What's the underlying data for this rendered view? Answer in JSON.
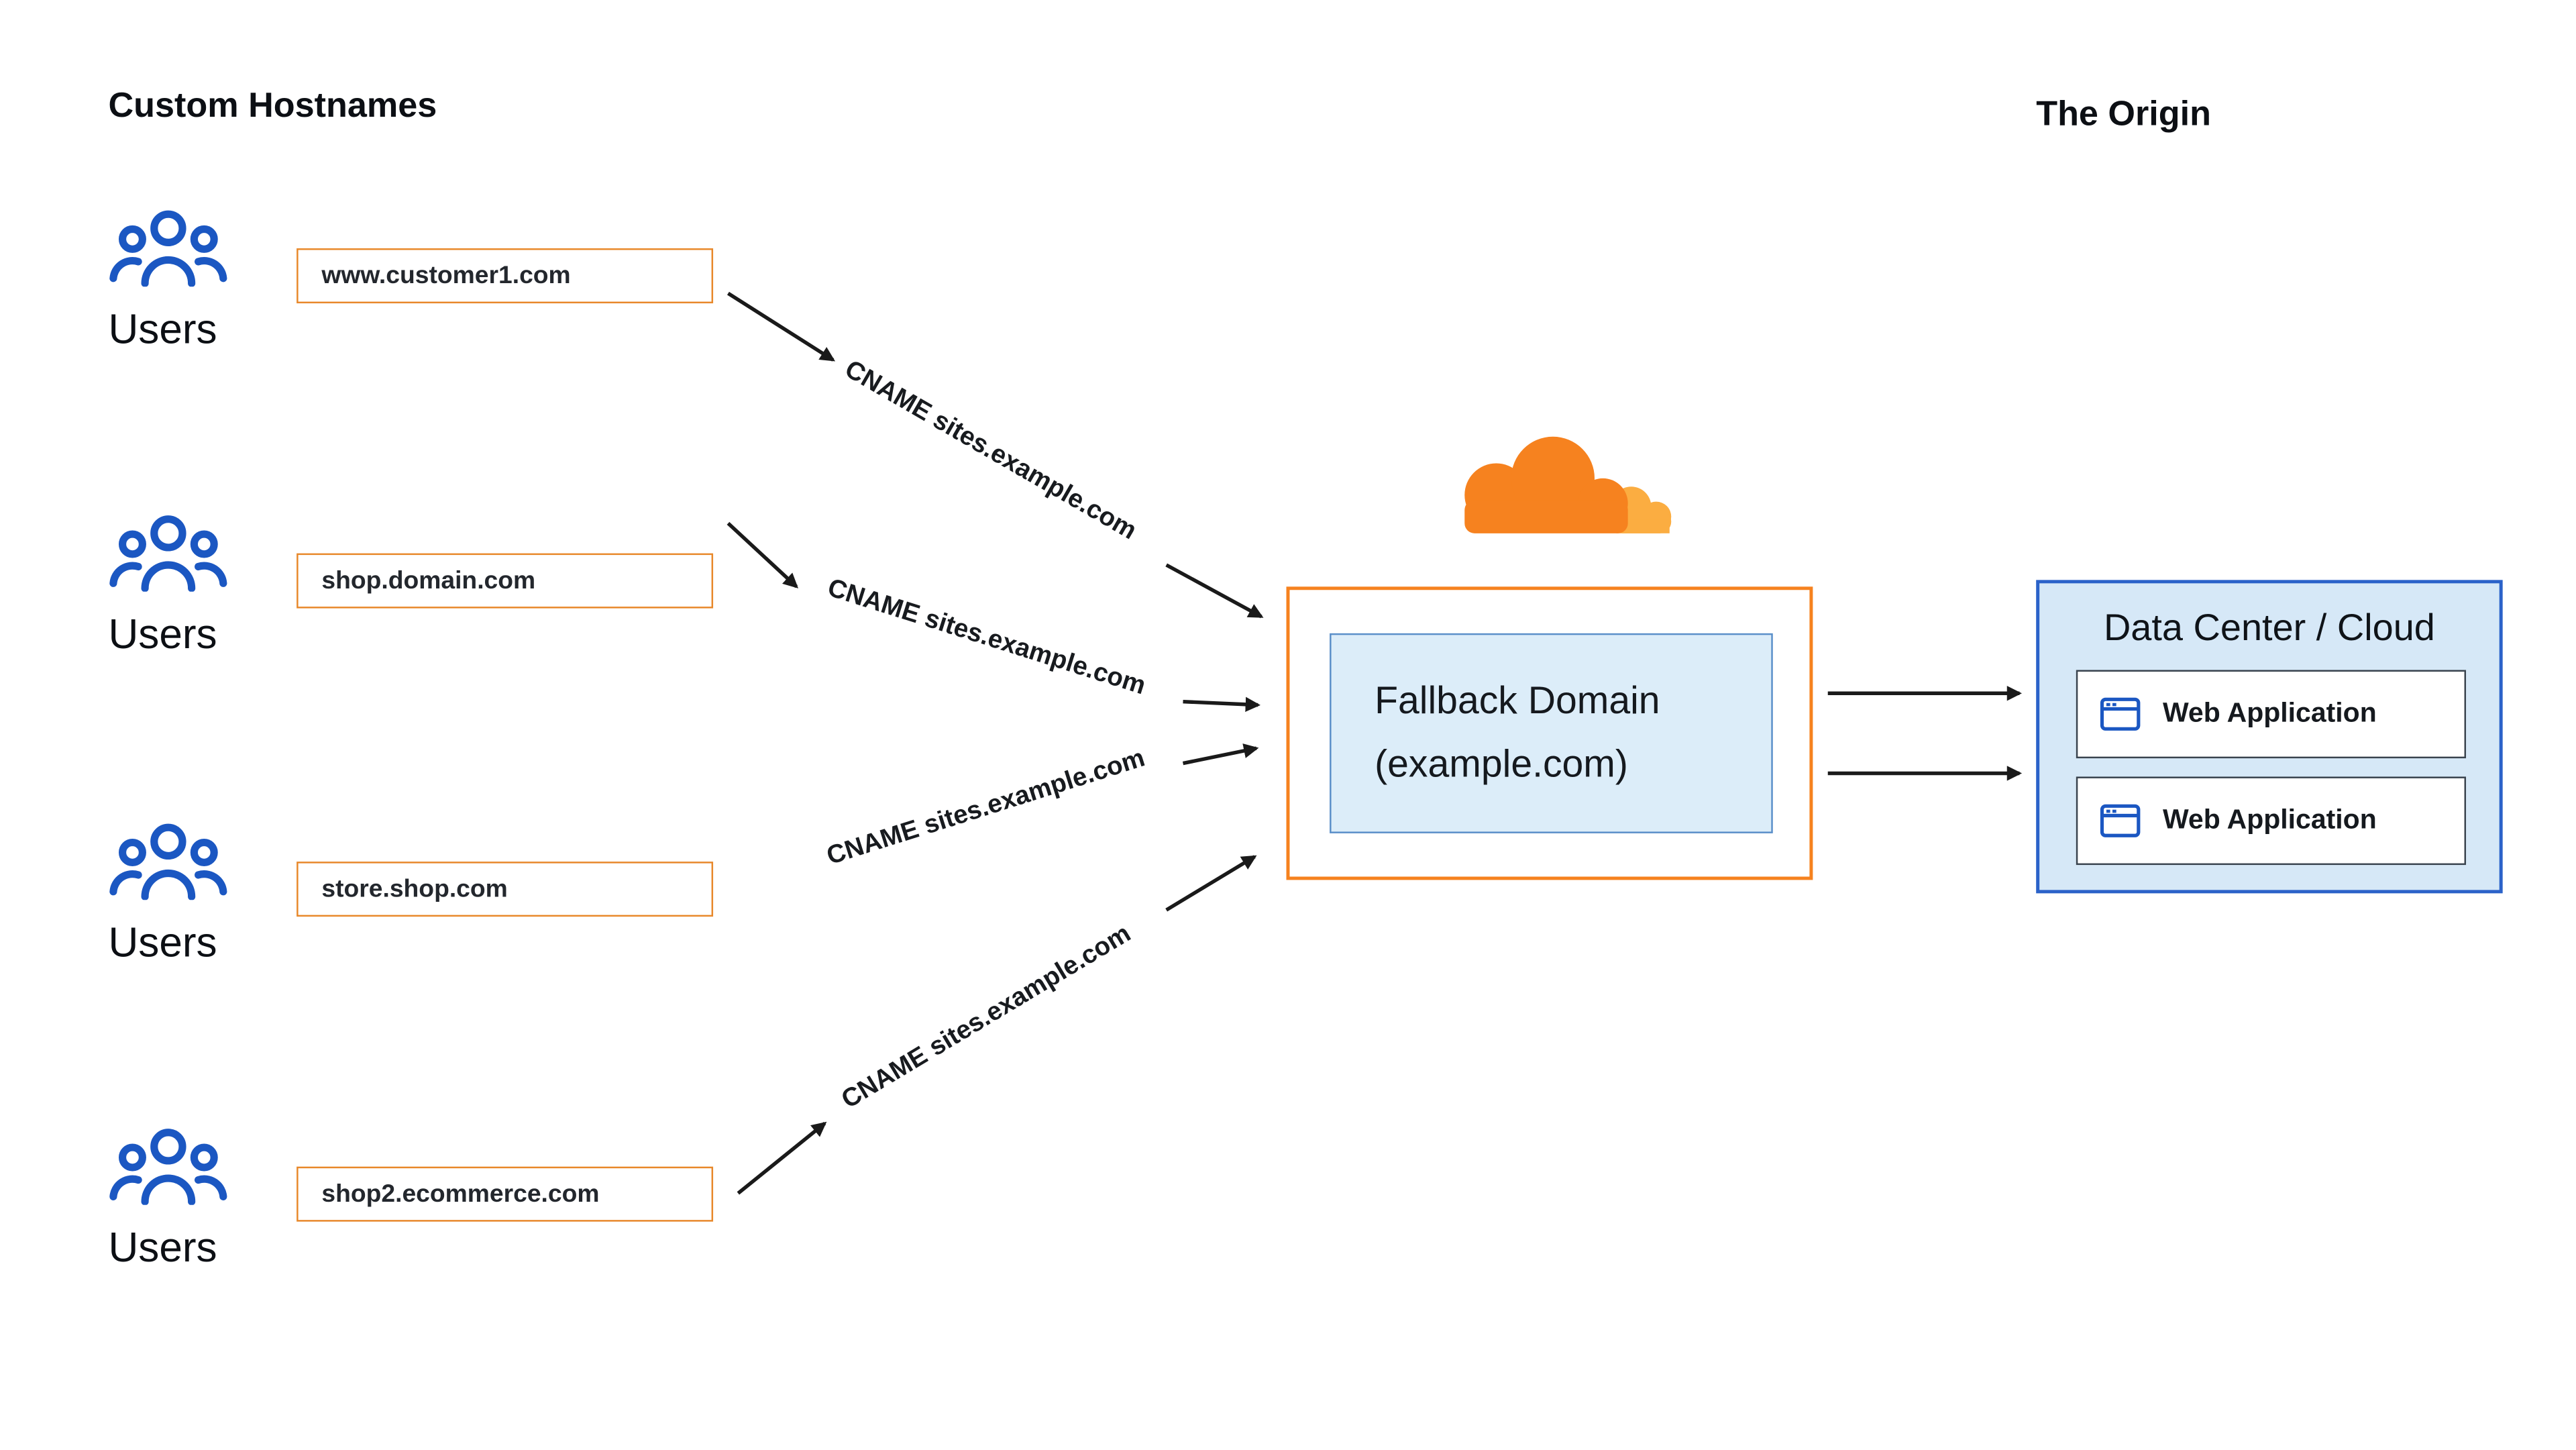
{
  "titles": {
    "left": "Custom Hostnames",
    "right": "The Origin"
  },
  "rows": [
    {
      "users_label": "Users",
      "hostname": "www.customer1.com",
      "cname_label": "CNAME sites.example.com"
    },
    {
      "users_label": "Users",
      "hostname": "shop.domain.com",
      "cname_label": "CNAME sites.example.com"
    },
    {
      "users_label": "Users",
      "hostname": "store.shop.com",
      "cname_label": "CNAME sites.example.com"
    },
    {
      "users_label": "Users",
      "hostname": "shop2.ecommerce.com",
      "cname_label": "CNAME sites.example.com"
    }
  ],
  "fallback": {
    "line1": "Fallback Domain",
    "line2": "(example.com)"
  },
  "origin": {
    "title": "Data Center / Cloud",
    "apps": [
      {
        "label": "Web Application"
      },
      {
        "label": "Web Application"
      }
    ]
  },
  "icons": {
    "users": "users-group-icon",
    "cloudflare": "cloudflare-cloud-logo",
    "web_app": "browser-window-icon"
  },
  "colors": {
    "orange": "#F6821F",
    "orange_light": "#FBAD41",
    "blue": "#1B57C2",
    "origin_border": "#2B62C9",
    "origin_fill": "#D6E8F7",
    "fallback_fill": "#DCEDF9",
    "arrow": "#1A1A1A"
  }
}
